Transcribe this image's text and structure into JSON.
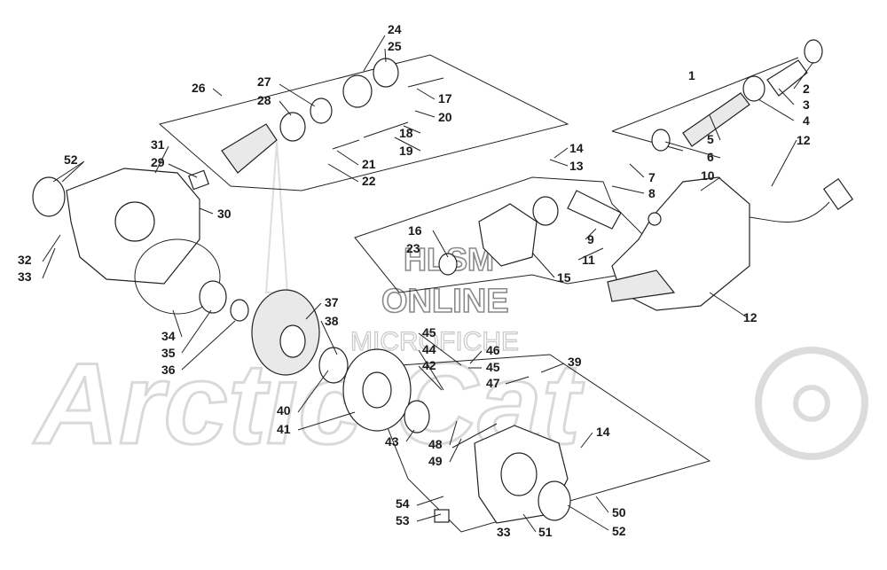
{
  "watermark": {
    "brand": "Arctic Cat",
    "line1": "HLSM",
    "line2": "ONLINE",
    "line3": "MICROFICHE"
  },
  "callouts": [
    {
      "id": "1",
      "text": "1"
    },
    {
      "id": "2",
      "text": "2"
    },
    {
      "id": "3",
      "text": "3"
    },
    {
      "id": "4",
      "text": "4"
    },
    {
      "id": "5",
      "text": "5"
    },
    {
      "id": "6",
      "text": "6"
    },
    {
      "id": "7",
      "text": "7"
    },
    {
      "id": "8",
      "text": "8"
    },
    {
      "id": "9",
      "text": "9"
    },
    {
      "id": "10",
      "text": "10"
    },
    {
      "id": "11",
      "text": "11"
    },
    {
      "id": "12a",
      "text": "12"
    },
    {
      "id": "12b",
      "text": "12"
    },
    {
      "id": "13",
      "text": "13"
    },
    {
      "id": "14a",
      "text": "14"
    },
    {
      "id": "14b",
      "text": "14"
    },
    {
      "id": "15",
      "text": "15"
    },
    {
      "id": "16",
      "text": "16"
    },
    {
      "id": "17",
      "text": "17"
    },
    {
      "id": "18",
      "text": "18"
    },
    {
      "id": "19",
      "text": "19"
    },
    {
      "id": "20",
      "text": "20"
    },
    {
      "id": "21",
      "text": "21"
    },
    {
      "id": "22",
      "text": "22"
    },
    {
      "id": "23",
      "text": "23"
    },
    {
      "id": "24",
      "text": "24"
    },
    {
      "id": "25",
      "text": "25"
    },
    {
      "id": "26",
      "text": "26"
    },
    {
      "id": "27",
      "text": "27"
    },
    {
      "id": "28",
      "text": "28"
    },
    {
      "id": "29",
      "text": "29"
    },
    {
      "id": "30",
      "text": "30"
    },
    {
      "id": "31",
      "text": "31"
    },
    {
      "id": "32",
      "text": "32"
    },
    {
      "id": "33a",
      "text": "33"
    },
    {
      "id": "33b",
      "text": "33"
    },
    {
      "id": "34",
      "text": "34"
    },
    {
      "id": "35",
      "text": "35"
    },
    {
      "id": "36",
      "text": "36"
    },
    {
      "id": "37",
      "text": "37"
    },
    {
      "id": "38",
      "text": "38"
    },
    {
      "id": "39",
      "text": "39"
    },
    {
      "id": "40",
      "text": "40"
    },
    {
      "id": "41",
      "text": "41"
    },
    {
      "id": "42",
      "text": "42"
    },
    {
      "id": "43",
      "text": "43"
    },
    {
      "id": "44",
      "text": "44"
    },
    {
      "id": "45a",
      "text": "45"
    },
    {
      "id": "45b",
      "text": "45"
    },
    {
      "id": "46",
      "text": "46"
    },
    {
      "id": "47",
      "text": "47"
    },
    {
      "id": "48",
      "text": "48"
    },
    {
      "id": "49",
      "text": "49"
    },
    {
      "id": "50",
      "text": "50"
    },
    {
      "id": "51",
      "text": "51"
    },
    {
      "id": "52a",
      "text": "52"
    },
    {
      "id": "52b",
      "text": "52"
    },
    {
      "id": "53",
      "text": "53"
    },
    {
      "id": "54",
      "text": "54"
    }
  ]
}
